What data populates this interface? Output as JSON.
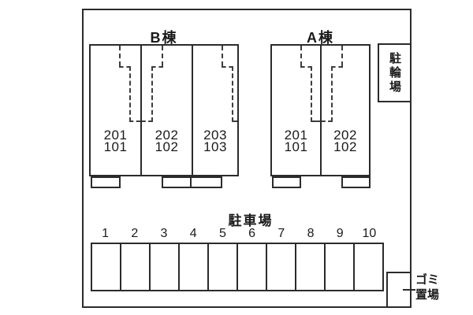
{
  "plan": {
    "buildings": [
      {
        "label": "B棟",
        "units": [
          {
            "upper": "201",
            "lower": "101"
          },
          {
            "upper": "202",
            "lower": "102"
          },
          {
            "upper": "203",
            "lower": "103"
          }
        ]
      },
      {
        "label": "A棟",
        "units": [
          {
            "upper": "201",
            "lower": "101"
          },
          {
            "upper": "202",
            "lower": "102"
          }
        ]
      }
    ],
    "bicycle_parking": {
      "label": "駐輪場"
    },
    "parking": {
      "title": "駐車場",
      "spaces": [
        "1",
        "2",
        "3",
        "4",
        "5",
        "6",
        "7",
        "8",
        "9",
        "10"
      ]
    },
    "garbage": {
      "line1": "ゴミ",
      "line2": "置場"
    },
    "colors": {
      "line": "#2b2b2b",
      "text": "#1a1a1a",
      "background": "#ffffff"
    }
  }
}
